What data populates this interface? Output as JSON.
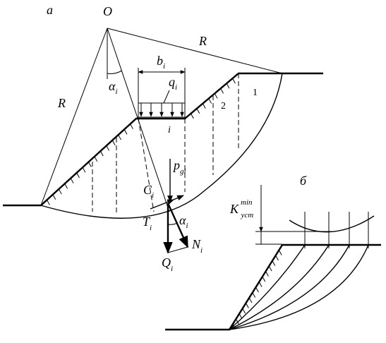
{
  "panel_a": {
    "label": "а",
    "center": "O",
    "radius_left": "R",
    "radius_right": "R",
    "angle_top": {
      "sym": "α",
      "sub": "i"
    },
    "slice_width": {
      "sym": "b",
      "sub": "i"
    },
    "load": {
      "sym": "q",
      "sub": "i"
    },
    "slice_index": "i",
    "slice_1": "1",
    "slice_2": "2",
    "weight": {
      "sym": "p",
      "sub": "gi"
    },
    "cohesion": {
      "sym": "C",
      "sub": "i"
    },
    "shear": {
      "sym": "T",
      "sub": "i"
    },
    "angle_force": {
      "sym": "α",
      "sub": "i"
    },
    "normal": {
      "sym": "N",
      "sub": "i"
    },
    "resultant": {
      "sym": "Q",
      "sub": "i"
    }
  },
  "panel_b": {
    "label": "б",
    "k_sym": "K",
    "k_sup": "min",
    "k_sub": "уст"
  }
}
